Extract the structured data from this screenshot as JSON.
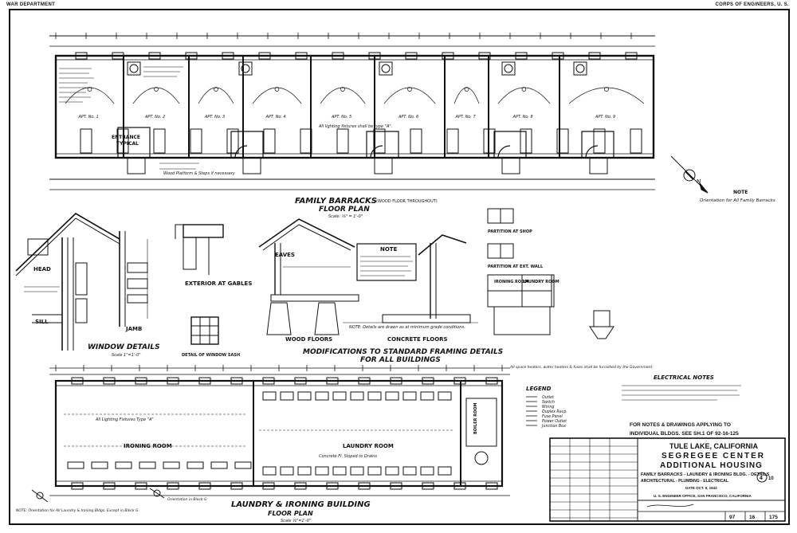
{
  "header": {
    "left": "WAR DEPARTMENT",
    "right": "CORPS OF ENGINEERS, U. S."
  },
  "family_plan": {
    "apts": [
      "APT. No. 1",
      "APT. No. 2",
      "APT. No. 3",
      "APT. No. 4",
      "APT. No. 5",
      "APT. No. 6",
      "APT. No. 7",
      "APT. No. 8",
      "APT. No. 9"
    ],
    "title": "FAMILY BARRACKS",
    "title_note": "(WOOD FLOOR THROUGHOUT)",
    "subtitle": "FLOOR PLAN",
    "scale": "Scale: ⅛\" = 1'-0\"",
    "entrance": "ENTRANCE",
    "typical": "TYPICAL",
    "lighting_note": "All lighting fixtures shall be type \"A\".",
    "step_note": "Wood Platform & Steps if necessary"
  },
  "compass": {
    "note_title": "NOTE",
    "note_text": "Orientation for All Family Barracks",
    "north": "N"
  },
  "details": {
    "head": "HEAD",
    "sill": "SILL",
    "jamb": "JAMB",
    "window_details": "WINDOW DETAILS",
    "window_scale": "Scale 1\"=1'-0\"",
    "detail_window_sash": "DETAIL OF WINDOW SASH",
    "exterior_gables": "EXTERIOR AT GABLES",
    "eaves": "EAVES",
    "wood_floors": "WOOD FLOORS",
    "concrete_floors": "CONCRETE FLOORS",
    "partition_shop": "PARTITION AT SHOP",
    "partition_ext": "PARTITION AT EXT. WALL",
    "ironing_room": "IRONING ROOM",
    "laundry_room": "LAUNDRY ROOM",
    "note_title": "NOTE",
    "details_note": "NOTE: Details are drawn as at minimum grade conditions.",
    "modifications": "MODIFICATIONS TO STANDARD FRAMING DETAILS",
    "for_all": "FOR ALL BUILDINGS"
  },
  "laundry_plan": {
    "ironing_room": "IRONING ROOM",
    "laundry_room": "LAUNDRY ROOM",
    "boiler_room": "BOILER ROOM",
    "title": "LAUNDRY & IRONING BUILDING",
    "subtitle": "FLOOR PLAN",
    "scale": "Scale ⅛\"=1'-0\"",
    "lighting": "All Lighting Fixtures Type \"A\"",
    "note_left": "NOTE: Orientation for All Laundry & Ironing Bldgs. Except in Block G",
    "note_right": "Orientation in Block G",
    "floor_note": "Concrete Fl. Sloped to Drains"
  },
  "electrical": {
    "notes_title": "ELECTRICAL NOTES",
    "legend_title": "LEGEND",
    "legend": [
      "Outlet",
      "Switch",
      "Wiring",
      "Duplex Recp.",
      "Fuse Panel",
      "Power Outlet",
      "Junction Box"
    ],
    "notes_side": "All space heaters, water heaters & fuses shall be furnished by the Government."
  },
  "notes_ref": {
    "line1": "FOR NOTES & DRAWINGS APPLYING TO",
    "line2": "INDIVIDUAL BLDGS. SEE SH.1 OF 92-16-125"
  },
  "title_block": {
    "location": "TULE LAKE, CALIFORNIA",
    "center": "SEGREGEE CENTER",
    "project": "ADDITIONAL HOUSING",
    "desc1": "FAMILY BARRACKS - LAUNDRY & IRONING BLDG. - DETAILS",
    "desc2": "ARCHITECTURAL - PLUMBING - ELECTRICAL",
    "date": "DATE OCT. 9, 1943",
    "sheet_no": "4",
    "sheet_of": "10",
    "office": "U. S. ENGINEER OFFICE, SAN FRANCISCO, CALIFORNIA",
    "file_nos": [
      "97",
      "16",
      "175"
    ]
  }
}
